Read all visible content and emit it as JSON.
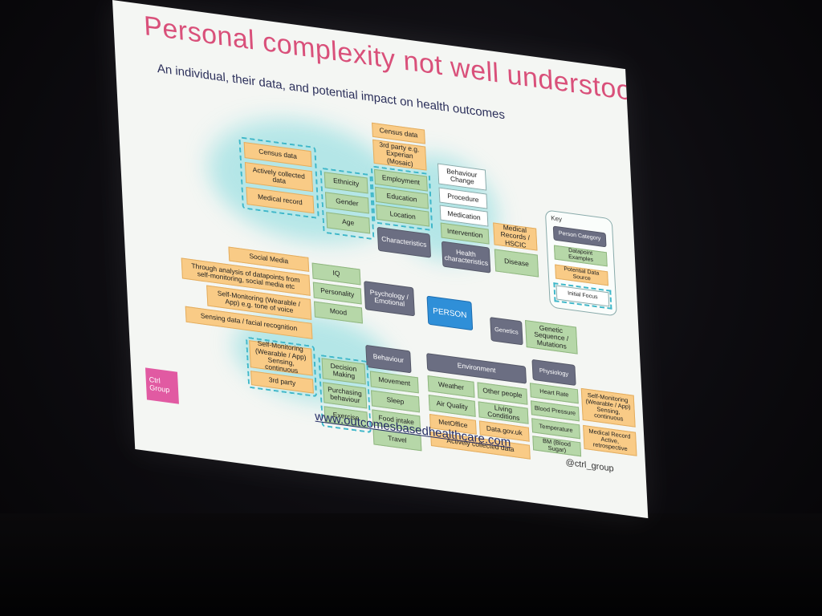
{
  "slide": {
    "title": "Personal complexity not well understood",
    "subtitle": "An individual, their data, and potential impact on health outcomes",
    "url": "www.outcomesbasedhealthcare.com",
    "handle": "@ctrl_group",
    "logo": {
      "line1": "Ctrl",
      "line2": "Group"
    }
  },
  "key": {
    "title": "Key",
    "items": [
      {
        "label": "Person Category",
        "kind": "category"
      },
      {
        "label": "Datapoint Examples",
        "kind": "datapoint"
      },
      {
        "label": "Potential Data Source",
        "kind": "source"
      },
      {
        "label": "Initial Focus",
        "kind": "focus"
      }
    ]
  },
  "person": "PERSON",
  "characteristics": {
    "category": "Characteristics",
    "sources_left": [
      "Census data",
      "Actively collected data",
      "Medical record"
    ],
    "datapoints_left": [
      "Ethnicity",
      "Gender",
      "Age"
    ],
    "sources_top": [
      "Census data",
      "3rd party e.g. Experian (Mosaic)"
    ],
    "datapoints": [
      "Employment",
      "Education",
      "Location"
    ]
  },
  "health": {
    "category": "Health characteristics",
    "datapoints": [
      "Behaviour Change",
      "Procedure",
      "Medication",
      "Intervention"
    ],
    "source": "Medical Records / HSCIC",
    "disease": "Disease"
  },
  "psychology": {
    "category": "Psychology / Emotional",
    "sources": [
      "Social Media",
      "Through analysis of datapoints from self-monitoring, social media etc",
      "Self-Monitoring (Wearable / App) e.g. tone of voice",
      "Sensing data / facial recognition"
    ],
    "datapoints": [
      "IQ",
      "Personality",
      "Mood"
    ]
  },
  "genetics": {
    "category": "Genetics",
    "datapoint": "Genetic Sequence / Mutations"
  },
  "behaviour": {
    "category": "Behaviour",
    "sources": [
      "Self-Monitoring (Wearable / App) Sensing, continuous",
      "3rd party"
    ],
    "datapoints_left": [
      "Decision Making",
      "Purchasing behaviour",
      "Exercise"
    ],
    "datapoints": [
      "Movement",
      "Sleep",
      "Food intake",
      "Travel"
    ]
  },
  "environment": {
    "category": "Environment",
    "datapoints": [
      "Weather",
      "Other people",
      "Air Quality",
      "Living Conditions"
    ],
    "sources": [
      "MetOffice",
      "Data.gov.uk",
      "Actively collected data"
    ]
  },
  "physiology": {
    "category": "Physiology",
    "datapoints": [
      "Heart Rate",
      "Blood Pressure",
      "Temperature",
      "BM (Blood Sugar)"
    ],
    "sources": [
      "Self-Monitoring (Wearable / App) Sensing, continuous",
      "Medical Record Active, retrospective"
    ]
  }
}
